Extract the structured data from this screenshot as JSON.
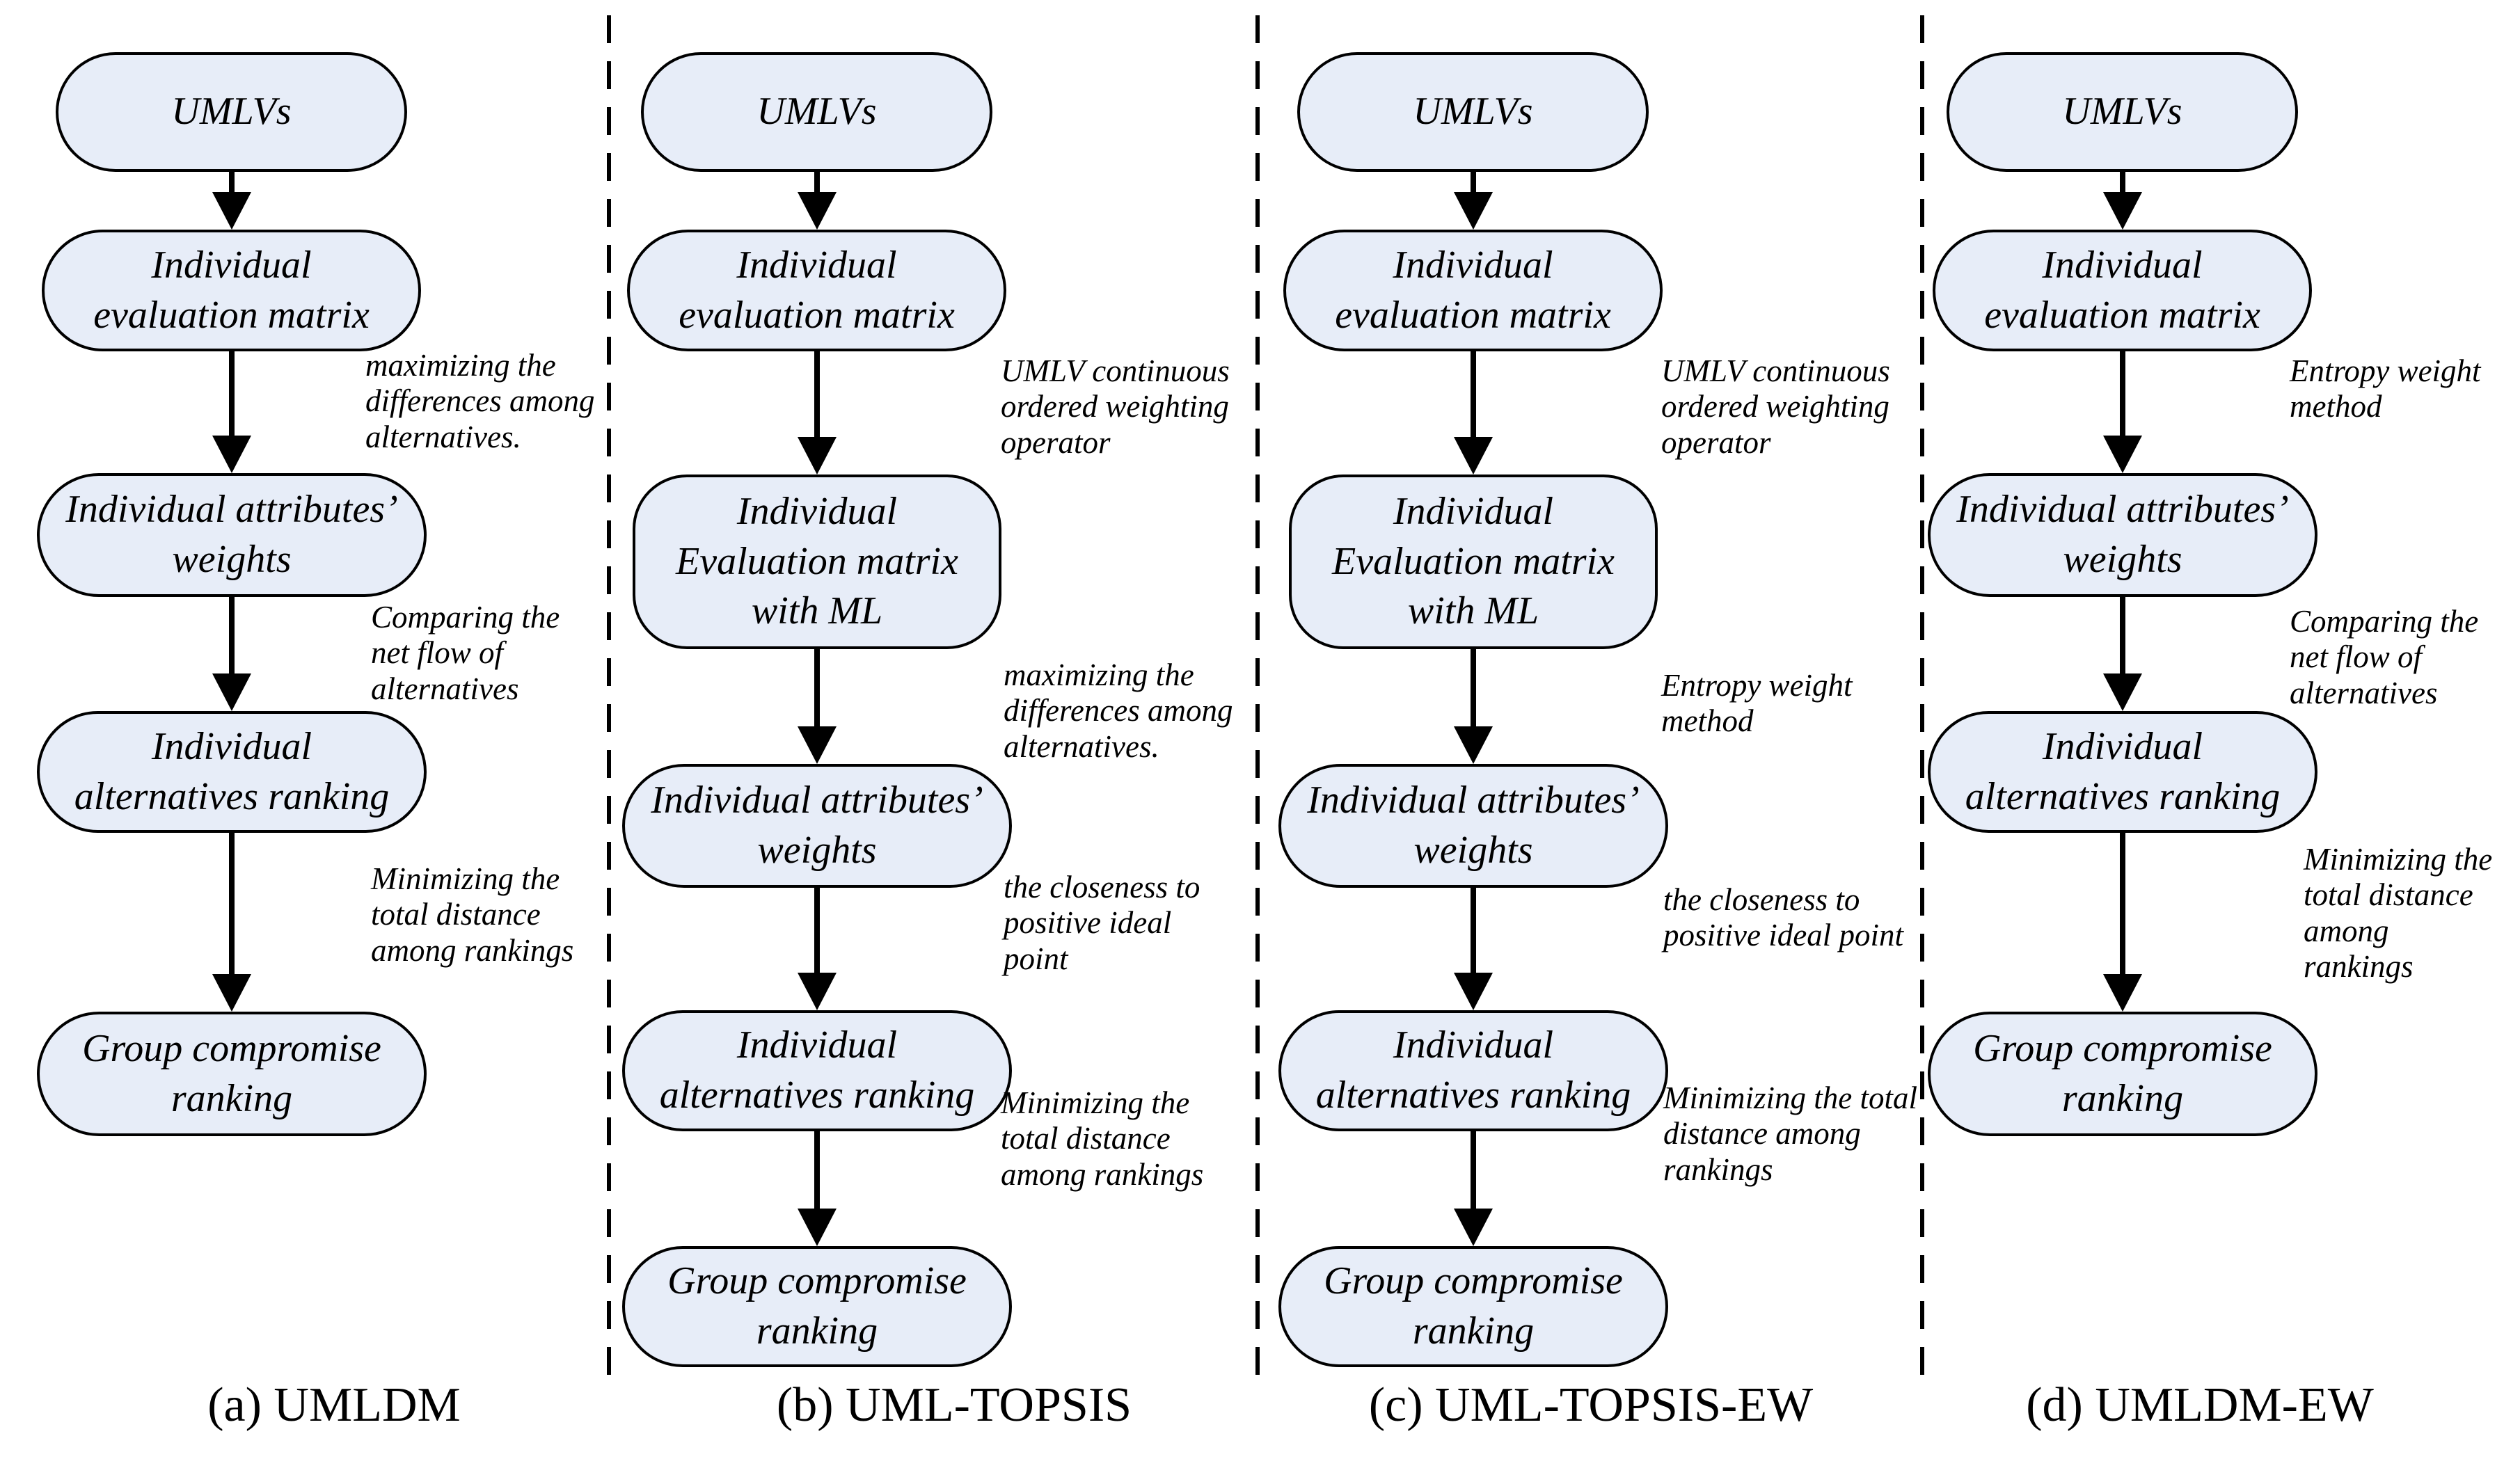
{
  "figure": {
    "colors": {
      "node_fill": "#e7edf8",
      "node_border": "#000000",
      "text": "#000000"
    },
    "columns": [
      {
        "caption": "(a) UMLDM",
        "nodes": [
          {
            "label": "UMLVs"
          },
          {
            "label": "Individual\nevaluation matrix"
          },
          {
            "label": "Individual attributes’\nweights"
          },
          {
            "label": "Individual\nalternatives ranking"
          },
          {
            "label": "Group compromise\nranking"
          }
        ],
        "annotations": [
          {
            "text": "maximizing the\ndifferences among\nalternatives."
          },
          {
            "text": "Comparing the\nnet flow of\nalternatives"
          },
          {
            "text": "Minimizing the\ntotal distance\namong rankings"
          }
        ]
      },
      {
        "caption": "(b) UML-TOPSIS",
        "nodes": [
          {
            "label": "UMLVs"
          },
          {
            "label": "Individual\nevaluation matrix"
          },
          {
            "label": "Individual\nEvaluation matrix\nwith ML"
          },
          {
            "label": "Individual attributes’\nweights"
          },
          {
            "label": "Individual\nalternatives ranking"
          },
          {
            "label": "Group compromise\nranking"
          }
        ],
        "annotations": [
          {
            "text": "UMLV continuous\nordered weighting\noperator"
          },
          {
            "text": "maximizing the\ndifferences among\nalternatives."
          },
          {
            "text": "the closeness to\npositive ideal\npoint"
          },
          {
            "text": "Minimizing the\ntotal distance\namong rankings"
          }
        ]
      },
      {
        "caption": "(c) UML-TOPSIS-EW",
        "nodes": [
          {
            "label": "UMLVs"
          },
          {
            "label": "Individual\nevaluation matrix"
          },
          {
            "label": "Individual\nEvaluation matrix\nwith ML"
          },
          {
            "label": "Individual attributes’\nweights"
          },
          {
            "label": "Individual\nalternatives ranking"
          },
          {
            "label": "Group compromise\nranking"
          }
        ],
        "annotations": [
          {
            "text": "UMLV continuous\nordered weighting\noperator"
          },
          {
            "text": "Entropy weight\nmethod"
          },
          {
            "text": "the closeness to\npositive ideal point"
          },
          {
            "text": "Minimizing the total\ndistance among\nrankings"
          }
        ]
      },
      {
        "caption": "(d) UMLDM-EW",
        "nodes": [
          {
            "label": "UMLVs"
          },
          {
            "label": "Individual\nevaluation matrix"
          },
          {
            "label": "Individual attributes’\nweights"
          },
          {
            "label": "Individual\nalternatives ranking"
          },
          {
            "label": "Group compromise\nranking"
          }
        ],
        "annotations": [
          {
            "text": "Entropy weight\nmethod"
          },
          {
            "text": "Comparing the\nnet flow of\nalternatives"
          },
          {
            "text": "Minimizing the\ntotal distance\namong\nrankings"
          }
        ]
      }
    ]
  }
}
